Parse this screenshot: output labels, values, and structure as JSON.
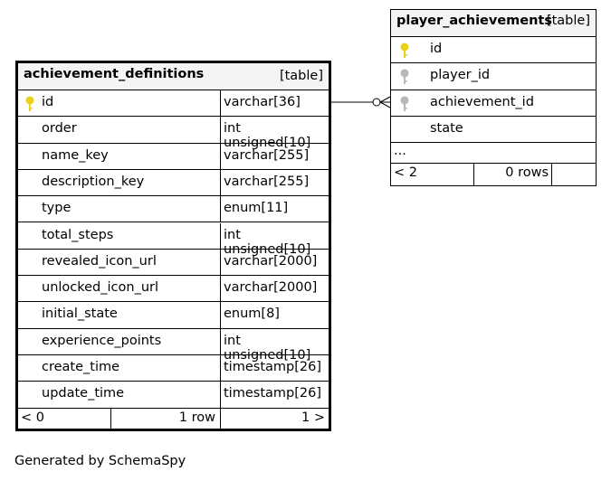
{
  "main_table": {
    "name": "achievement_definitions",
    "type_label": "[table]",
    "columns": [
      {
        "name": "id",
        "type": "varchar[36]",
        "key": "primary"
      },
      {
        "name": "order",
        "type": "int unsigned[10]",
        "key": ""
      },
      {
        "name": "name_key",
        "type": "varchar[255]",
        "key": ""
      },
      {
        "name": "description_key",
        "type": "varchar[255]",
        "key": ""
      },
      {
        "name": "type",
        "type": "enum[11]",
        "key": ""
      },
      {
        "name": "total_steps",
        "type": "int unsigned[10]",
        "key": ""
      },
      {
        "name": "revealed_icon_url",
        "type": "varchar[2000]",
        "key": ""
      },
      {
        "name": "unlocked_icon_url",
        "type": "varchar[2000]",
        "key": ""
      },
      {
        "name": "initial_state",
        "type": "enum[8]",
        "key": ""
      },
      {
        "name": "experience_points",
        "type": "int unsigned[10]",
        "key": ""
      },
      {
        "name": "create_time",
        "type": "timestamp[26]",
        "key": ""
      },
      {
        "name": "update_time",
        "type": "timestamp[26]",
        "key": ""
      }
    ],
    "footer": {
      "parents": "< 0",
      "rows": "1 row",
      "children": "1 >"
    }
  },
  "related_table": {
    "name": "player_achievements",
    "type_label": "[table]",
    "columns": [
      {
        "name": "id",
        "key": "primary"
      },
      {
        "name": "player_id",
        "key": "foreign"
      },
      {
        "name": "achievement_id",
        "key": "foreign"
      },
      {
        "name": "state",
        "key": ""
      }
    ],
    "ellipsis": "...",
    "footer": {
      "parents": "< 2",
      "rows": "0 rows",
      "children": ""
    }
  },
  "colors": {
    "primary_key": "#e8d21a",
    "foreign_key": "#b8b8b8",
    "header_bg": "#f4f4f4"
  },
  "generated_by": "Generated by SchemaSpy"
}
